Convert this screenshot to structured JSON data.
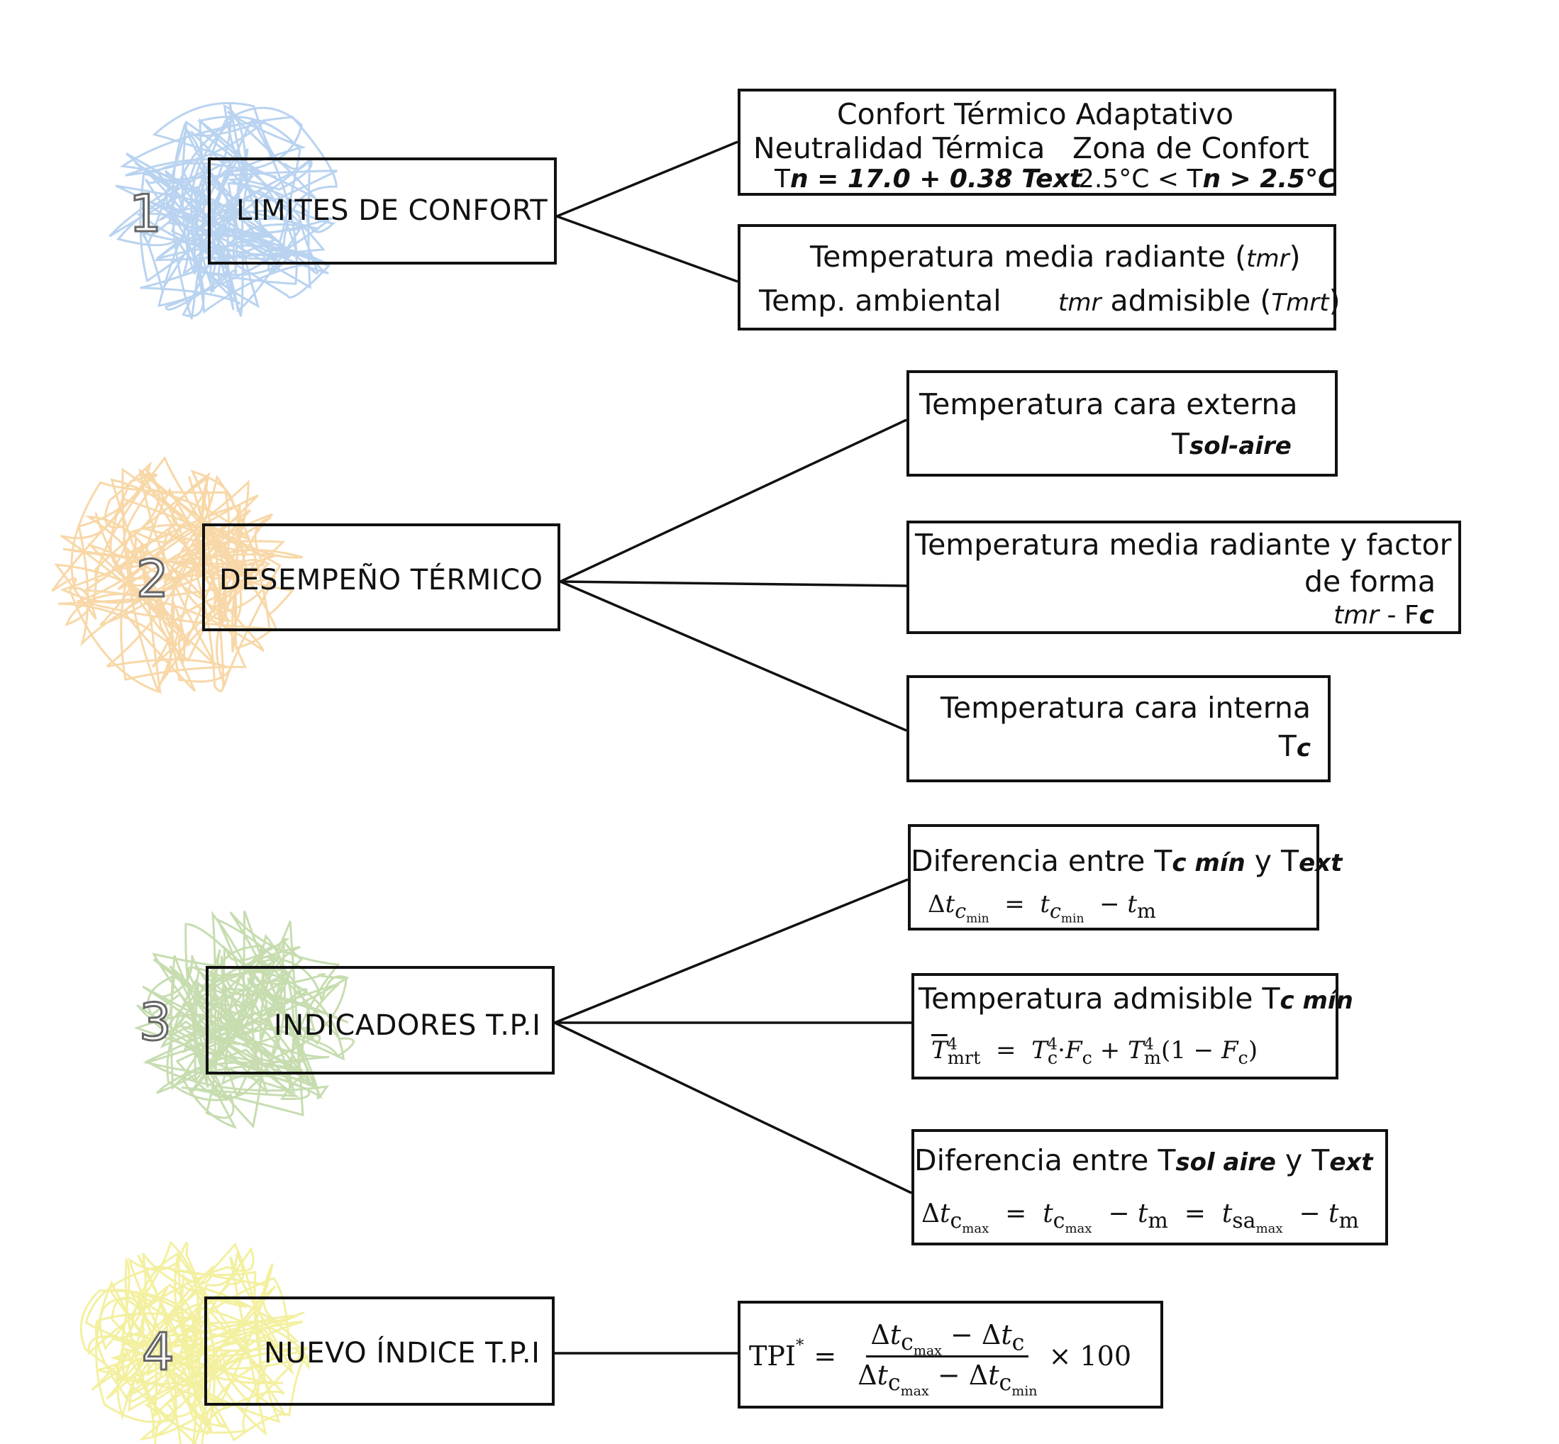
{
  "stages": [
    {
      "number": "1",
      "label": "LIMITES DE CONFORT",
      "color": "#b9d3f0"
    },
    {
      "number": "2",
      "label": "DESEMPEÑO TÉRMICO",
      "color": "#f8d8a8"
    },
    {
      "number": "3",
      "label": "INDICADORES  T.P.I",
      "color": "#c7ddb0"
    },
    {
      "number": "4",
      "label": "NUEVO ÍNDICE  T.P.I",
      "color": "#f3f0a0"
    }
  ],
  "boxes": {
    "confort": {
      "title": "Confort Térmico Adaptativo",
      "col1": "Neutralidad Térmica",
      "col2": "Zona de Confort",
      "f1_pre": "T",
      "f1_rest": "n = 17.0 + 0.38 Text",
      "f2_pre": "2.5°C < T",
      "f2_rest": "n > 2.5°C"
    },
    "radiante": {
      "title_pre": "Temperatura media radiante (",
      "title_var": "tmr",
      "title_post": ")",
      "left": "Temp. ambiental",
      "right_var": "tmr",
      "right_mid": " admisible (",
      "right_var2": "Tmrt",
      "right_post": ")"
    },
    "externa": {
      "title": "Temperatura cara externa",
      "sym_pre": "T",
      "sym_sub": "sol-aire"
    },
    "media_forma": {
      "line1": "Temperatura media radiante y factor",
      "line2": "de forma",
      "sym_var": "tmr",
      "sym_post": " - F",
      "sym_c": "c"
    },
    "interna": {
      "title": "Temperatura cara interna",
      "sym_pre": "T",
      "sym_sub": "c"
    },
    "dif_min": {
      "pre": "Diferencia entre T",
      "sub1": "c mín",
      "mid": " y T",
      "sub2": "ext"
    },
    "adm": {
      "pre": "Temperatura admisible T",
      "sub1": "c mín"
    },
    "dif_max": {
      "pre": "Diferencia entre T",
      "sub1": "sol aire",
      "mid": " y T",
      "sub2": "ext"
    },
    "tpi": {
      "label": "TPI",
      "star": "*",
      "times": "× 100"
    }
  },
  "formulas": {
    "delta": "Δ",
    "t": "t",
    "c": "c",
    "min": "min",
    "max": "max",
    "m": "m",
    "sa": "sa",
    "eq": "=",
    "minus": "−",
    "plus": "+",
    "T": "T",
    "mrt": "mrt",
    "four": "4",
    "dot": "·",
    "F": "F",
    "one_minus": "(1 − ",
    "close": ")"
  }
}
